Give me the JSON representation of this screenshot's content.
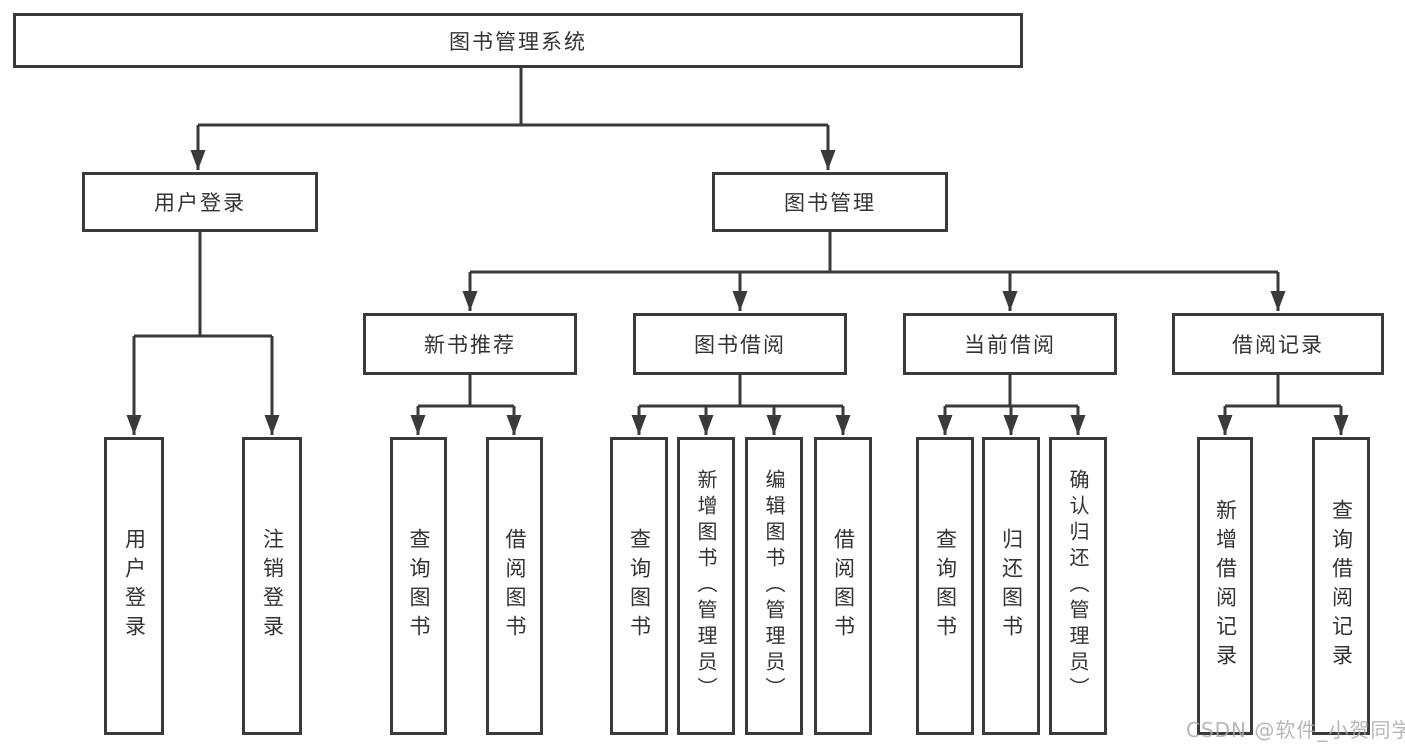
{
  "tree": {
    "label": "图书管理系统",
    "children": [
      {
        "label": "用户登录",
        "children": [
          {
            "label": "用户登录"
          },
          {
            "label": "注销登录"
          }
        ]
      },
      {
        "label": "图书管理",
        "children": [
          {
            "label": "新书推荐",
            "children": [
              {
                "label": "查询图书"
              },
              {
                "label": "借阅图书"
              }
            ]
          },
          {
            "label": "图书借阅",
            "children": [
              {
                "label": "查询图书"
              },
              {
                "label": "新增图书（管理员）"
              },
              {
                "label": "编辑图书（管理员）"
              },
              {
                "label": "借阅图书"
              }
            ]
          },
          {
            "label": "当前借阅",
            "children": [
              {
                "label": "查询图书"
              },
              {
                "label": "归还图书"
              },
              {
                "label": "确认归还（管理员）"
              }
            ]
          },
          {
            "label": "借阅记录",
            "children": [
              {
                "label": "新增借阅记录"
              },
              {
                "label": "查询借阅记录"
              }
            ]
          }
        ]
      }
    ]
  },
  "watermark": "CSDN @软件_小贺同学",
  "colors": {
    "line": "#3a3a3a",
    "text": "#333333",
    "background": "#ffffff",
    "watermark": "#aaaaaa"
  }
}
